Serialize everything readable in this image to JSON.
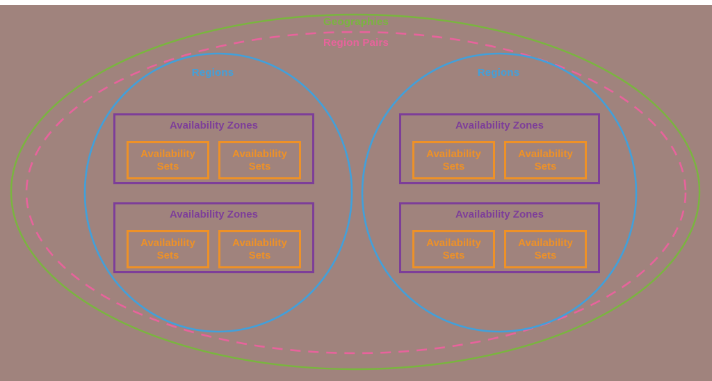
{
  "colors": {
    "bg-mauve": "#a0837d",
    "top-strip-white": "#ffffff",
    "geo-green": "#79b63e",
    "pair-pink": "#e8639c",
    "region-blue": "#41a0db",
    "zone-purple": "#7d3e99",
    "set-orange": "#ee9127"
  },
  "labels": {
    "geographies": "Geographies",
    "region_pairs": "Region Pairs",
    "regions_left": "Regions",
    "regions_right": "Regions"
  },
  "zones": [
    {
      "title": "Availability Zones",
      "sets": [
        "Availability\nSets",
        "Availability\nSets"
      ]
    },
    {
      "title": "Availability Zones",
      "sets": [
        "Availability\nSets",
        "Availability\nSets"
      ]
    },
    {
      "title": "Availability Zones",
      "sets": [
        "Availability\nSets",
        "Availability\nSets"
      ]
    },
    {
      "title": "Availability Zones",
      "sets": [
        "Availability\nSets",
        "Availability\nSets"
      ]
    }
  ]
}
